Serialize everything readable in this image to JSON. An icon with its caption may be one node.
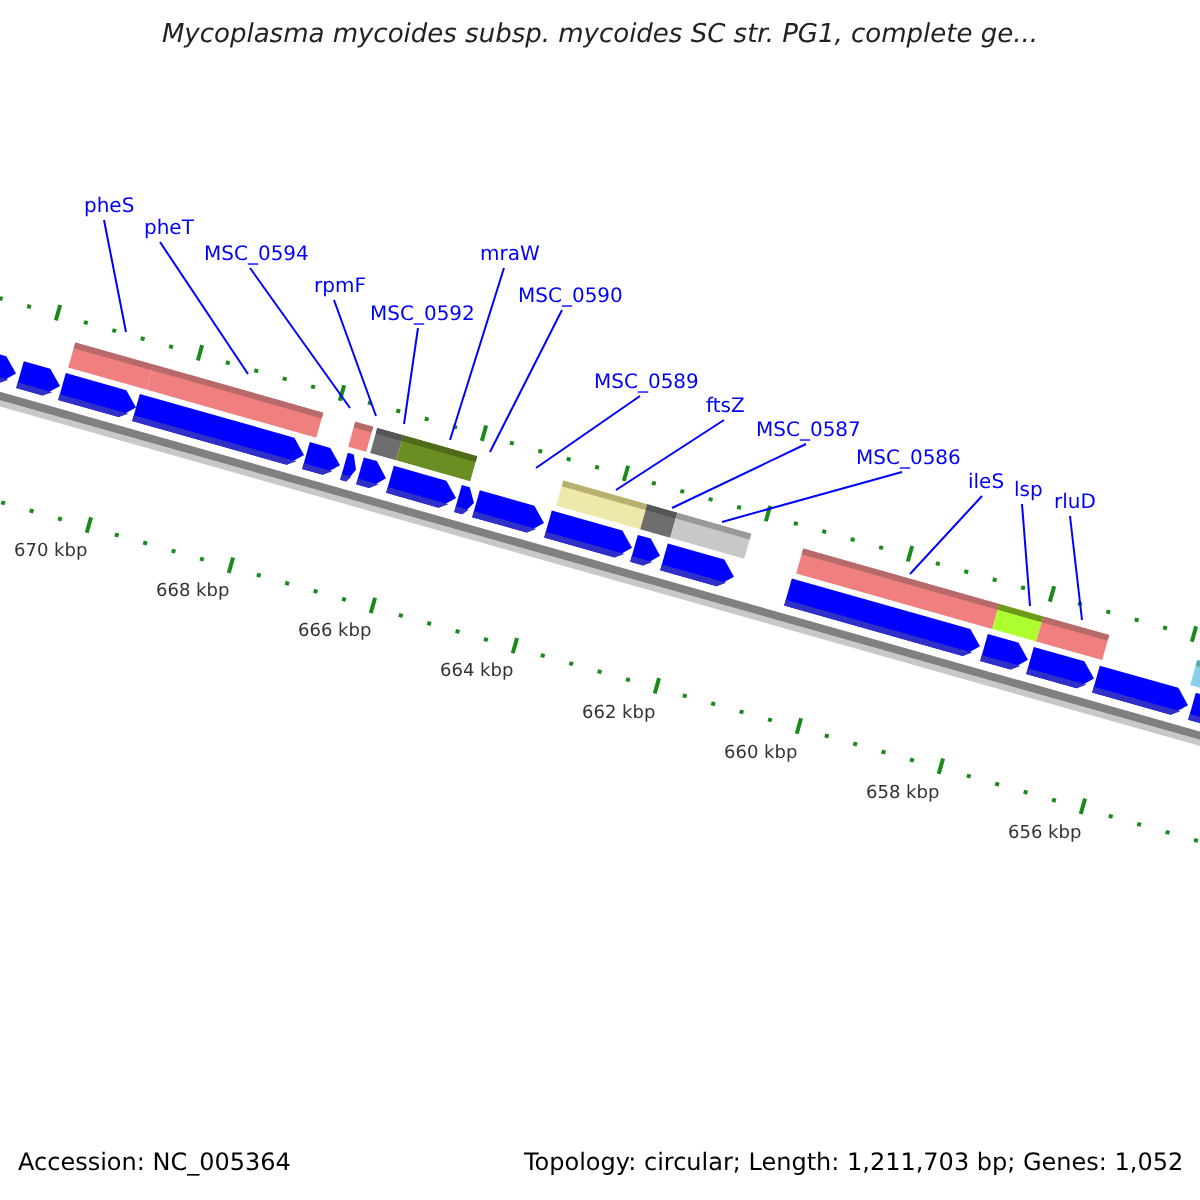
{
  "diagram": {
    "title": "Mycoplasma mycoides subsp. mycoides SC str. PG1, complete ge...",
    "nodes": [
      {
        "text": [
          "pheS"
        ]
      },
      {
        "text": [
          "pheT"
        ]
      },
      {
        "text": [
          "MSC_0594"
        ]
      },
      {
        "text": [
          "rpmF"
        ]
      },
      {
        "text": [
          "MSC_0592"
        ]
      },
      {
        "text": [
          "mraW"
        ]
      },
      {
        "text": [
          "MSC_0590"
        ]
      },
      {
        "text": [
          "MSC_0589"
        ]
      },
      {
        "text": [
          "ftsZ"
        ]
      },
      {
        "text": [
          "MSC_0587"
        ]
      },
      {
        "text": [
          "MSC_0586"
        ]
      },
      {
        "text": [
          "ileS"
        ]
      },
      {
        "text": [
          "lsp"
        ]
      },
      {
        "text": [
          "rluD"
        ]
      }
    ],
    "edges": [
      {
        "from": 0,
        "to": null,
        "arrow": "none"
      },
      {
        "from": 1,
        "to": null,
        "arrow": "none"
      },
      {
        "from": 2,
        "to": null,
        "arrow": "none"
      },
      {
        "from": 3,
        "to": null,
        "arrow": "none"
      },
      {
        "from": 4,
        "to": null,
        "arrow": "none"
      },
      {
        "from": 5,
        "to": null,
        "arrow": "none"
      },
      {
        "from": 6,
        "to": null,
        "arrow": "none"
      },
      {
        "from": 7,
        "to": null,
        "arrow": "none"
      },
      {
        "from": 8,
        "to": null,
        "arrow": "none"
      },
      {
        "from": 9,
        "to": null,
        "arrow": "none"
      },
      {
        "from": 10,
        "to": null,
        "arrow": "none"
      },
      {
        "from": 11,
        "to": null,
        "arrow": "none"
      },
      {
        "from": 12,
        "to": null,
        "arrow": "none"
      },
      {
        "from": 13,
        "to": null,
        "arrow": "none"
      }
    ],
    "labels": [
      "670 kbp",
      "668 kbp",
      "666 kbp",
      "664 kbp",
      "662 kbp",
      "660 kbp",
      "658 kbp",
      "656 kbp",
      "Accession: NC_005364",
      "Topology: circular; Length: 1,211,703 bp; Genes: 1,052"
    ]
  }
}
